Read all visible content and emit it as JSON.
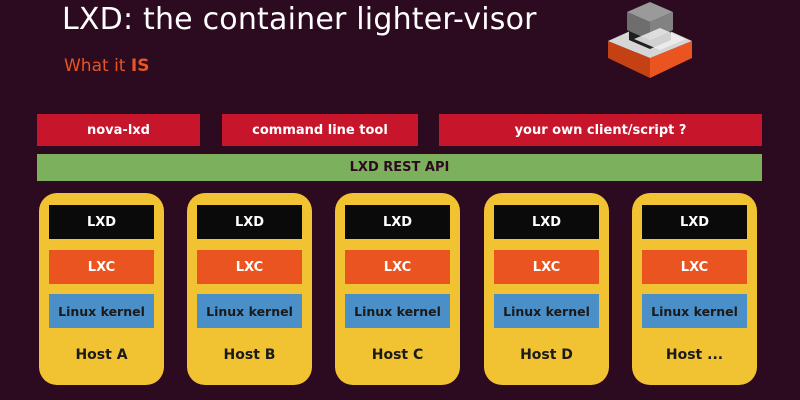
{
  "title": "LXD: the container lighter-visor",
  "subtitle": {
    "prefix": "What it ",
    "emphasis": "IS"
  },
  "clients": [
    "nova-lxd",
    "command line tool",
    "your own client/script ?"
  ],
  "api": "LXD REST API",
  "hosts": [
    {
      "name": "Host A",
      "layers": [
        "LXD",
        "LXC",
        "Linux kernel"
      ]
    },
    {
      "name": "Host B",
      "layers": [
        "LXD",
        "LXC",
        "Linux kernel"
      ]
    },
    {
      "name": "Host C",
      "layers": [
        "LXD",
        "LXC",
        "Linux kernel"
      ]
    },
    {
      "name": "Host D",
      "layers": [
        "LXD",
        "LXC",
        "Linux kernel"
      ]
    },
    {
      "name": "Host ...",
      "layers": [
        "LXD",
        "LXC",
        "Linux kernel"
      ]
    }
  ],
  "colors": {
    "background": "#2c0a1f",
    "client_bar": "#c7162b",
    "api_bar": "#7db05c",
    "host_box": "#f1c232",
    "lxd_layer": "#0a0a0a",
    "lxc_layer": "#e95420",
    "kernel_layer": "#4a8fc7",
    "subtitle": "#e95420"
  },
  "icons": [
    "lxd-logo-icon"
  ]
}
